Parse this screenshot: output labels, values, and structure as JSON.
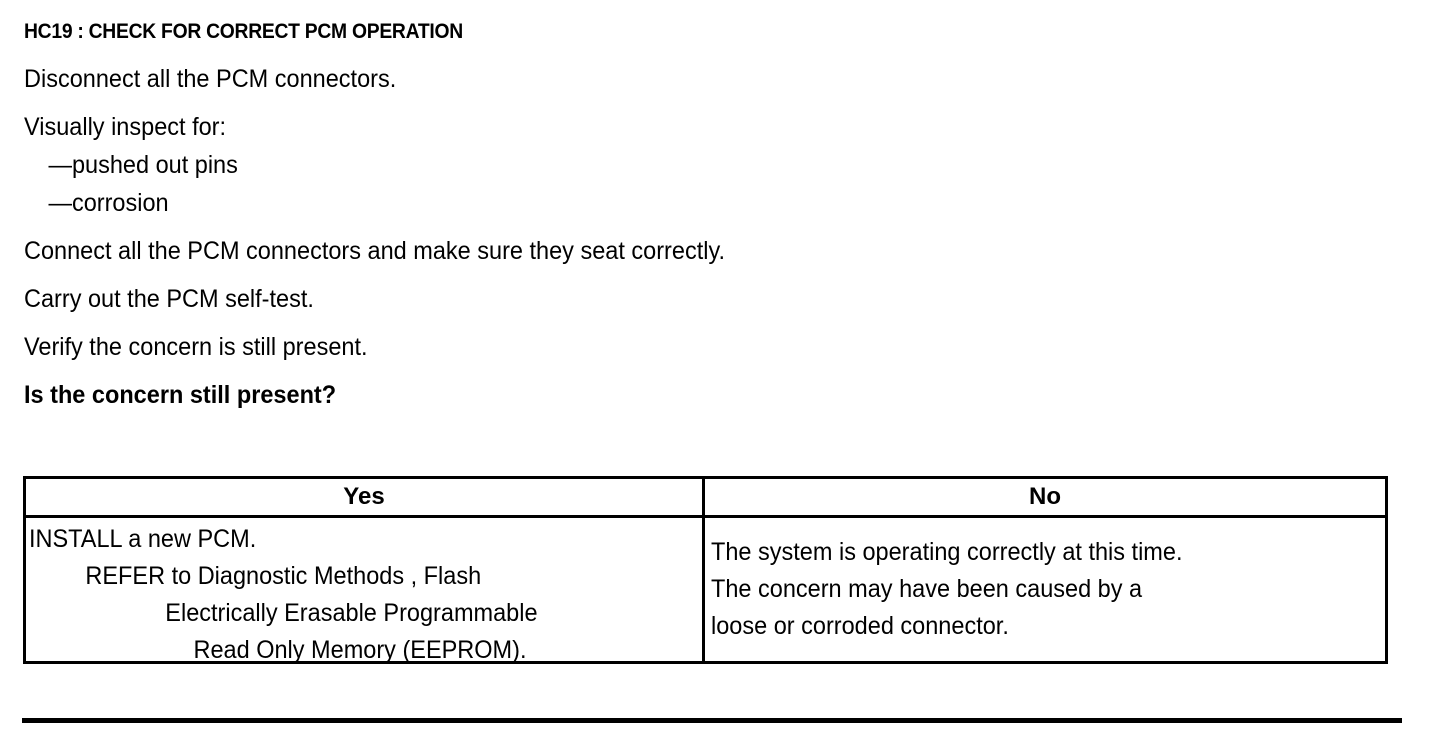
{
  "document": {
    "step_title": "HC19 : CHECK FOR CORRECT PCM OPERATION",
    "steps": [
      "Disconnect all the PCM connectors.",
      "Visually inspect for:",
      "—pushed out pins",
      "—corrosion",
      "Connect all the PCM connectors and make sure they seat correctly.",
      "Carry out the PCM self-test.",
      "Verify the concern is still present."
    ],
    "question": "Is the concern still present?"
  },
  "decision_table": {
    "headers": [
      "Yes",
      "No"
    ],
    "yes_cell": {
      "lines": [
        "INSTALL a new PCM.",
        "REFER to Diagnostic Methods , Flash",
        "Electrically Erasable Programmable",
        "Read Only Memory (EEPROM)."
      ]
    },
    "no_cell": {
      "lines": [
        "The system is operating correctly at this time.",
        "The concern may have been caused by a",
        "loose or corroded connector."
      ]
    }
  },
  "colors": {
    "ink": "#000000",
    "paper": "#ffffff"
  }
}
